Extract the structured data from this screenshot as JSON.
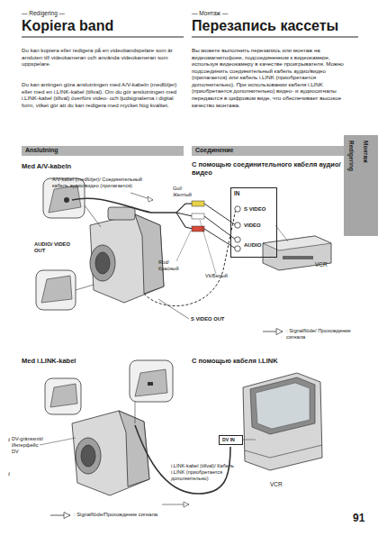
{
  "diagram": {
    "title": "Kopiera band",
    "nodes": [
      {
        "text": [
          "Anslutning"
        ]
      },
      {
        "text": [
          "Соединение"
        ]
      },
      {
        "text": [
          "IN",
          "S VIDEO",
          "VIDEO",
          "AUDIO"
        ]
      },
      {
        "text": [
          "Redigering",
          "Монтаж"
        ]
      },
      {
        "text": [
          "DV IN"
        ]
      }
    ],
    "labels": [
      "— Redigering —",
      "— Монтаж —",
      "Перезапись кассеты",
      "Du kan kopiera eller redigera på en videobandspelare som är ansluten till videokameran och använda videokameran som uppspelare.",
      "Du kan antingen göra anslutningen med A/V-kabeln (medföljer) eller med en i.LINK-kabel (tillval). Om du gör anslutningen med i.LINK-kabel (tillval) överförs video- och ljudsignalerna i digital form, vilket gör att du kan redigera med mycket hög kvalitet.",
      "Вы можете выполнить перезапись или монтаж на видеомагнитофоне, подсоединенном к видеокамере, используя видеокамеру в качестве проигрывателя. Можно подсоединить соединительный кабель аудио/видео (прилагается) или кабель i.LINK (приобретается дополнительно). При использовании кабеля i.LINK (приобретается дополнительно) видео- и аудиосигналы передаются в цифровом виде, что обеспечивает высокое качество монтажа.",
      "Med A/V-kabeln",
      "С помощью соединительного кабеля аудио/видео",
      "A/V-kabel (medföljer)/ Соединительный кабель аудио/видео (прилагается)",
      "Gul/ Желтый",
      "Röd/ Красный",
      "Vit/Белый",
      "AUDIO/ VIDEO OUT",
      "S VIDEO OUT",
      "VCR",
      "Med i.LINK-kabel",
      "С помощью кабеля i.LINK",
      "DV-gränssnitt/ Интерфейс DV",
      "i.LINK-kabel (tillval)/ Кабель i.LINK (приобретается дополнительно)",
      "VCR",
      "91"
    ],
    "legend": [
      {
        "text": ": Signalflöde/ Прохождение сигнала"
      },
      {
        "text": ": Signalflöde/Прохождение сигнала"
      }
    ]
  }
}
